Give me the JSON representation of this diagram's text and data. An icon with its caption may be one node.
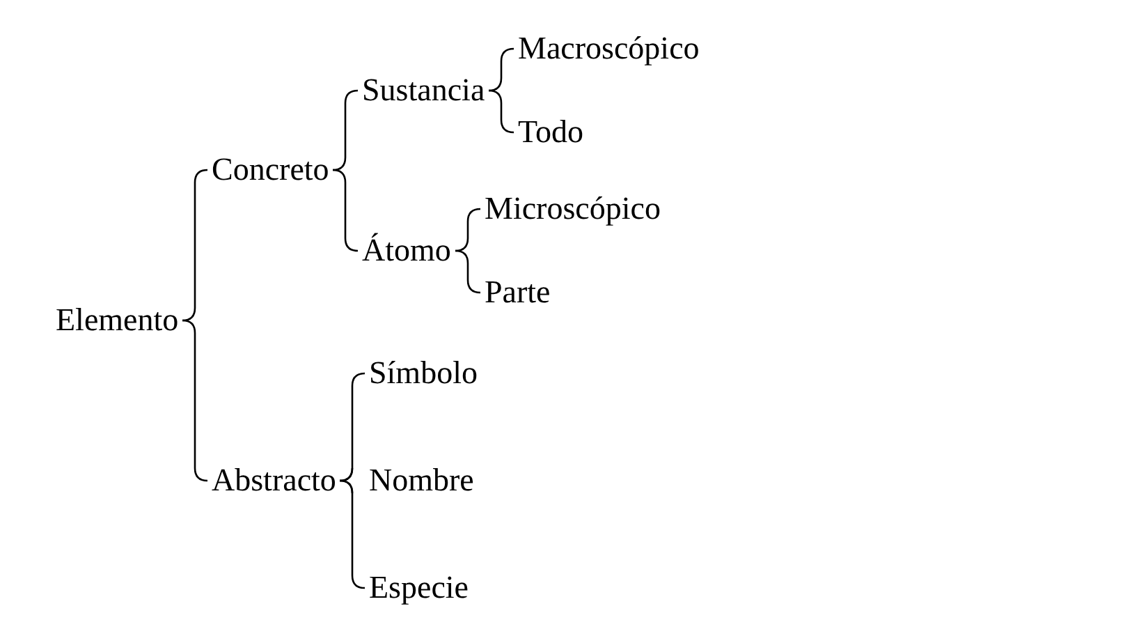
{
  "diagram": {
    "nodes": [
      {
        "text": [
          "Elemento"
        ]
      },
      {
        "text": [
          "Concreto"
        ]
      },
      {
        "text": [
          "Sustancia"
        ]
      },
      {
        "text": [
          "Macroscópico"
        ]
      },
      {
        "text": [
          "Todo"
        ]
      },
      {
        "text": [
          "Átomo"
        ]
      },
      {
        "text": [
          "Microscópico"
        ]
      },
      {
        "text": [
          "Parte"
        ]
      },
      {
        "text": [
          "Abstracto"
        ]
      },
      {
        "text": [
          "Símbolo"
        ]
      },
      {
        "text": [
          "Nombre"
        ]
      },
      {
        "text": [
          "Especie"
        ]
      }
    ],
    "edges": [
      {
        "from": 0,
        "to": 1,
        "arrow": "none"
      },
      {
        "from": 0,
        "to": 8,
        "arrow": "none"
      },
      {
        "from": 1,
        "to": 2,
        "arrow": "none"
      },
      {
        "from": 1,
        "to": 5,
        "arrow": "none"
      },
      {
        "from": 2,
        "to": 3,
        "arrow": "none"
      },
      {
        "from": 2,
        "to": 4,
        "arrow": "none"
      },
      {
        "from": 5,
        "to": 6,
        "arrow": "none"
      },
      {
        "from": 5,
        "to": 7,
        "arrow": "none"
      },
      {
        "from": 8,
        "to": 9,
        "arrow": "none"
      },
      {
        "from": 8,
        "to": 10,
        "arrow": "none"
      },
      {
        "from": 8,
        "to": 11,
        "arrow": "none"
      }
    ]
  }
}
